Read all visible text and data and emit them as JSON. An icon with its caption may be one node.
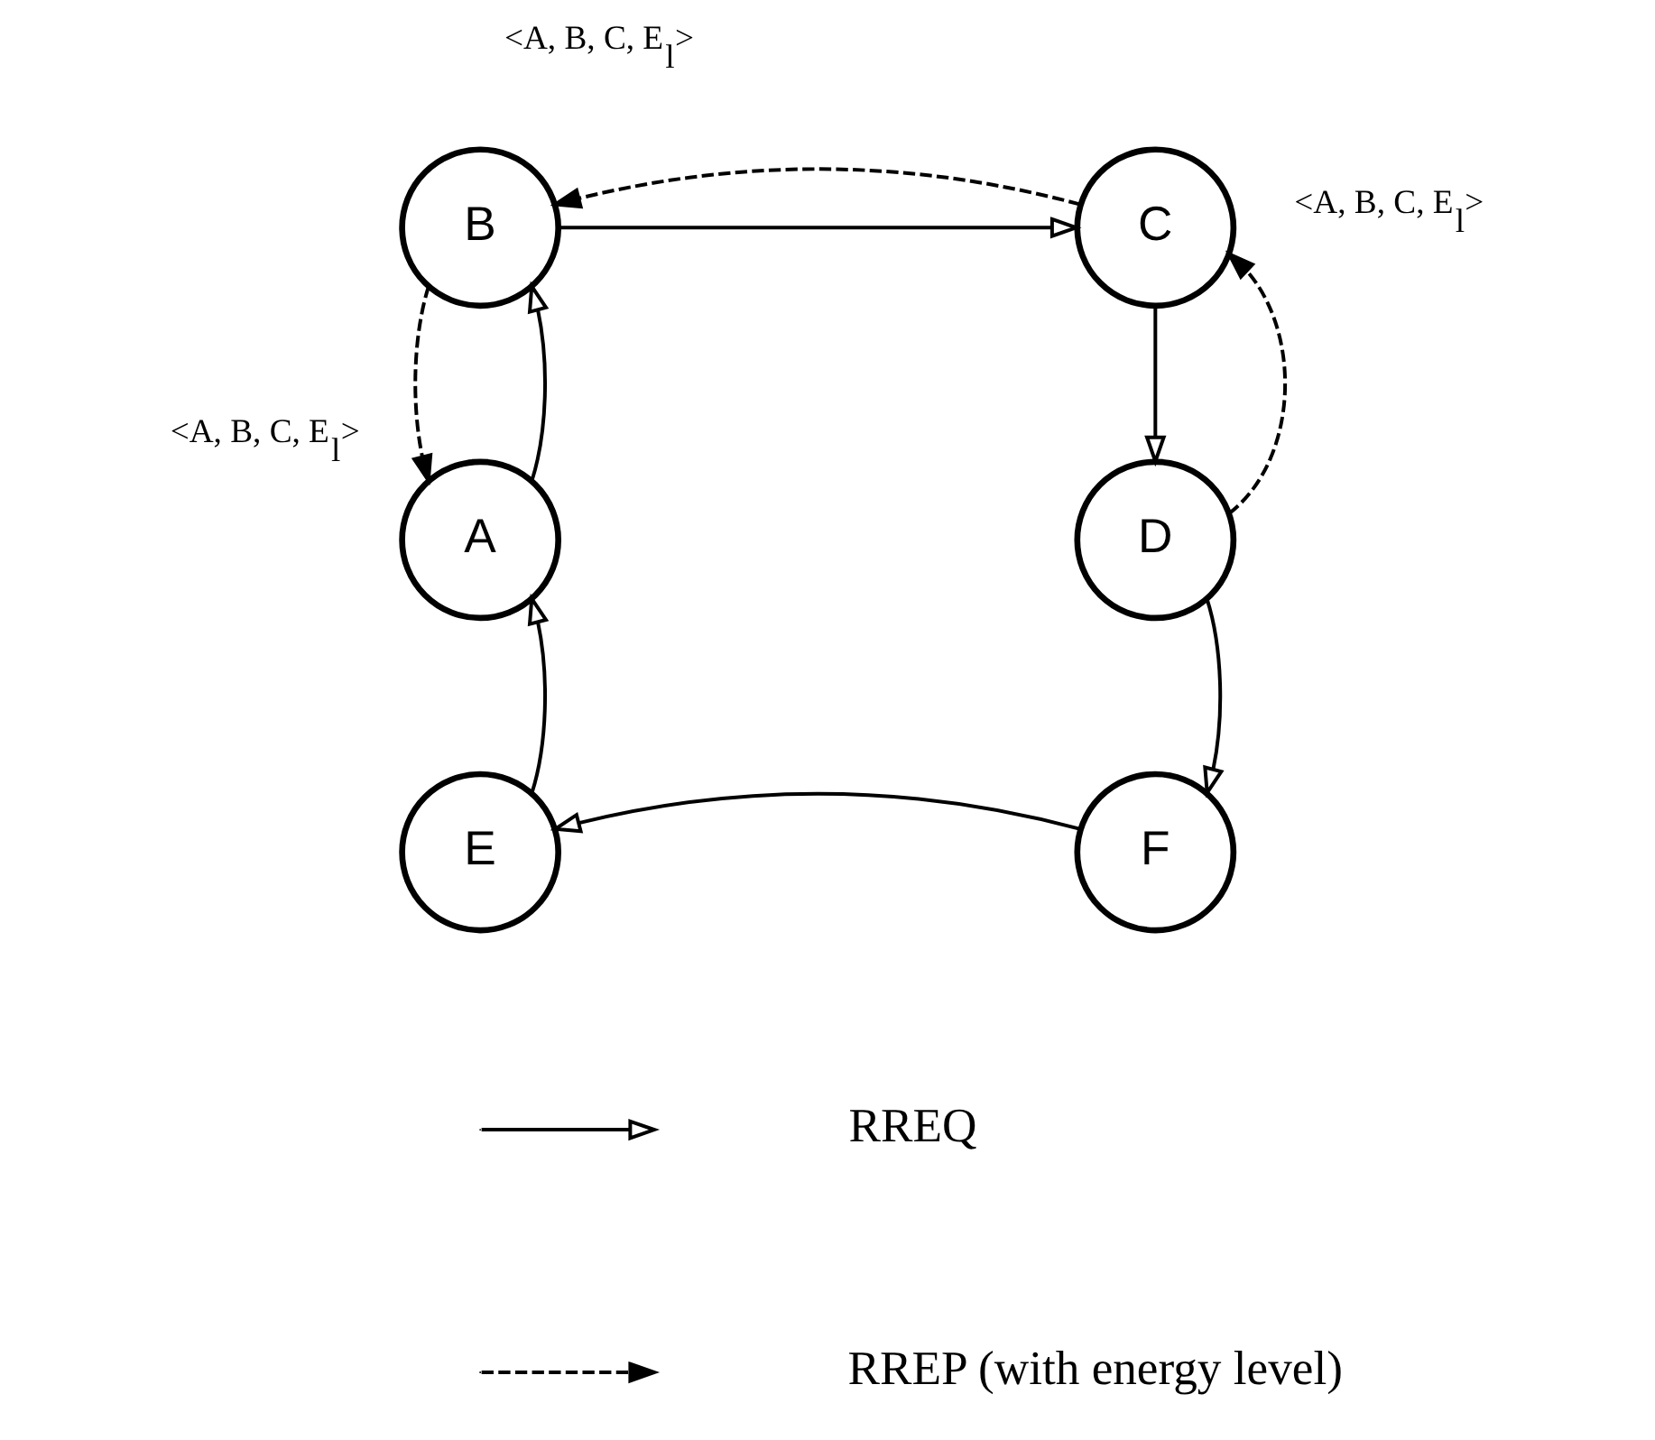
{
  "diagram": {
    "nodes": [
      {
        "text": [
          "A"
        ]
      },
      {
        "text": [
          "B"
        ]
      },
      {
        "text": [
          "C"
        ]
      },
      {
        "text": [
          "D"
        ]
      },
      {
        "text": [
          "E"
        ]
      },
      {
        "text": [
          "F"
        ]
      }
    ],
    "edges": [
      {
        "from": 0,
        "to": 1,
        "arrow": "to"
      },
      {
        "from": 1,
        "to": 2,
        "arrow": "to"
      },
      {
        "from": 2,
        "to": 3,
        "arrow": "to"
      },
      {
        "from": 3,
        "to": 5,
        "arrow": "to"
      },
      {
        "from": 5,
        "to": 4,
        "arrow": "to"
      },
      {
        "from": 4,
        "to": 0,
        "arrow": "to"
      },
      {
        "from": 1,
        "to": 0,
        "arrow": "to",
        "style": "dashed",
        "label": "<A, B, C, E$_{l}$>"
      },
      {
        "from": 2,
        "to": 1,
        "arrow": "to",
        "style": "dashed",
        "label": "<A, B, C, E$_{l}$>"
      },
      {
        "from": 3,
        "to": 2,
        "arrow": "to",
        "style": "dashed",
        "label": "<A, B, C, E$_{l}$>"
      }
    ],
    "legend": [
      {
        "text": "RREQ"
      },
      {
        "text": "RREP (with energy level)"
      }
    ]
  }
}
